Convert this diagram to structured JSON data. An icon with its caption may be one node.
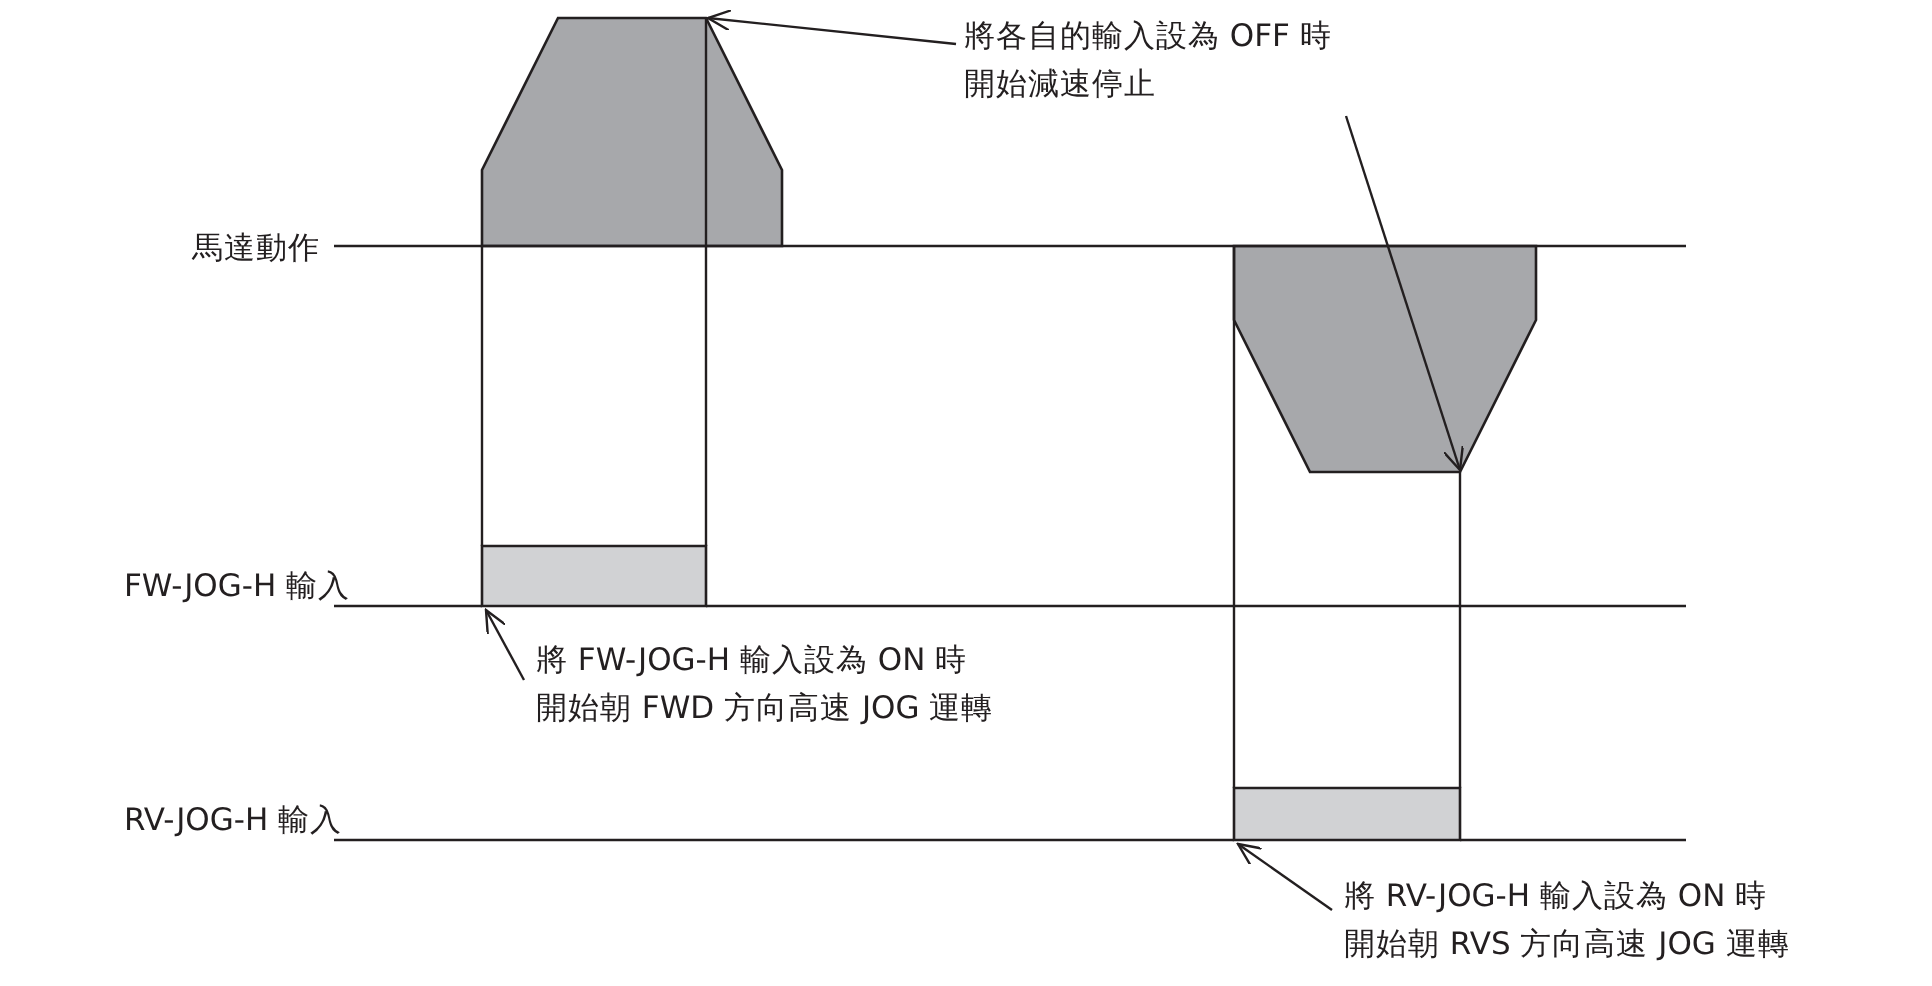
{
  "diagram": {
    "nodes": [
      {
        "text": [
          "將各自的輸入設為 OFF 時開始減速停止"
        ]
      },
      {
        "text": [],
        "shape": "trapezoid"
      },
      {
        "text": [],
        "shape": "trapezoid"
      },
      {
        "text": [],
        "shape": "box"
      },
      {
        "text": [
          "將 FW-JOG-H 輸入設為 ON 時開始朝 FWD 方向高速 JOG 運轉"
        ]
      },
      {
        "text": [],
        "shape": "box"
      },
      {
        "text": [
          "將 RV-JOG-H 輸入設為 ON 時開始朝 RVS 方向高速 JOG 運轉"
        ]
      }
    ],
    "edges": [
      {
        "from": 0,
        "to": 1,
        "arrow": "to"
      },
      {
        "from": 0,
        "to": 2,
        "arrow": "to"
      },
      {
        "from": 4,
        "to": 3,
        "arrow": "to"
      },
      {
        "from": 6,
        "to": 5,
        "arrow": "to"
      },
      {
        "from": 1,
        "to": 3,
        "arrow": "none"
      },
      {
        "from": 1,
        "to": 3,
        "arrow": "none"
      },
      {
        "from": 2,
        "to": 5,
        "arrow": "none"
      },
      {
        "from": 2,
        "to": 5,
        "arrow": "none"
      }
    ],
    "labels": [
      "馬達動作",
      "FW-JOG-H 輸入",
      "RV-JOG-H 輸入"
    ]
  }
}
